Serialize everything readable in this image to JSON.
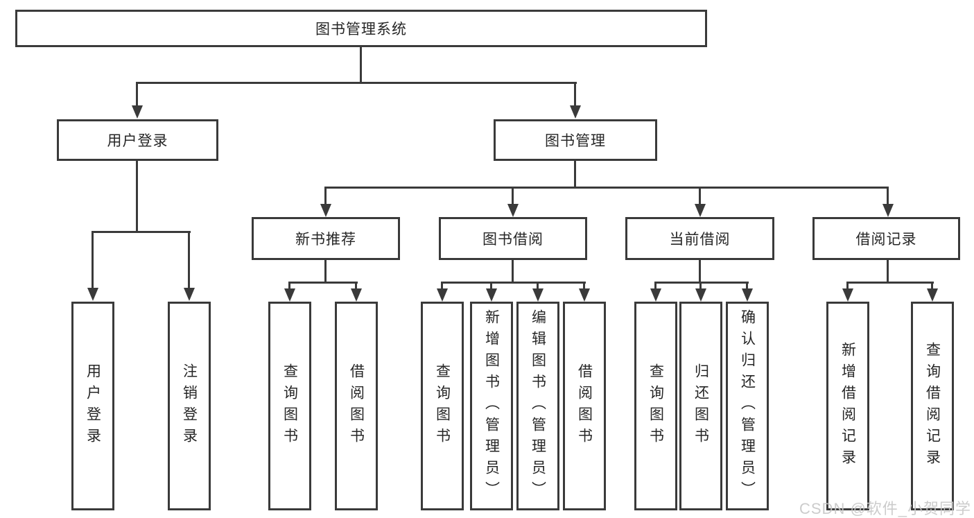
{
  "tree": {
    "label": "图书管理系统",
    "children": [
      {
        "label": "用户登录",
        "children": [
          {
            "label": "用户登录"
          },
          {
            "label": "注销登录"
          }
        ]
      },
      {
        "label": "图书管理",
        "children": [
          {
            "label": "新书推荐",
            "children": [
              {
                "label": "查询图书"
              },
              {
                "label": "借阅图书"
              }
            ]
          },
          {
            "label": "图书借阅",
            "children": [
              {
                "label": "查询图书"
              },
              {
                "label": "新增图书（管理员）"
              },
              {
                "label": "编辑图书（管理员）"
              },
              {
                "label": "借阅图书"
              }
            ]
          },
          {
            "label": "当前借阅",
            "children": [
              {
                "label": "查询图书"
              },
              {
                "label": "归还图书"
              },
              {
                "label": "确认归还（管理员）"
              }
            ]
          },
          {
            "label": "借阅记录",
            "children": [
              {
                "label": "新增借阅记录"
              },
              {
                "label": "查询借阅记录"
              }
            ]
          }
        ]
      }
    ]
  },
  "watermark": {
    "text": "CSDN @软件_小贺同学"
  },
  "colors": {
    "line": "#3a3a3a",
    "text": "#262626",
    "background": "#ffffff",
    "watermark": "#c8c8c8"
  }
}
